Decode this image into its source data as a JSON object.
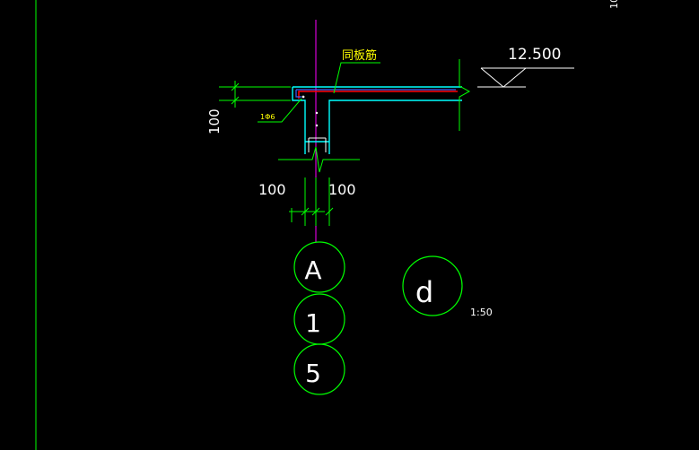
{
  "colors": {
    "background": "#000000",
    "green": "#00ff00",
    "cyan": "#00ffff",
    "magenta": "#ff00ff",
    "red": "#ff0000",
    "yellow": "#ffff00",
    "white": "#ffffff"
  },
  "drawing": {
    "slab_rebar_label": "同板筋",
    "rebar_spec": "1Φ6",
    "elevation": "12.500",
    "dim_vertical": "100",
    "dim_left": "100",
    "dim_right": "100",
    "axis_bubbles": [
      "A",
      "1",
      "5"
    ],
    "detail_label": "d",
    "detail_scale": "1:50",
    "corner_text": "10"
  }
}
